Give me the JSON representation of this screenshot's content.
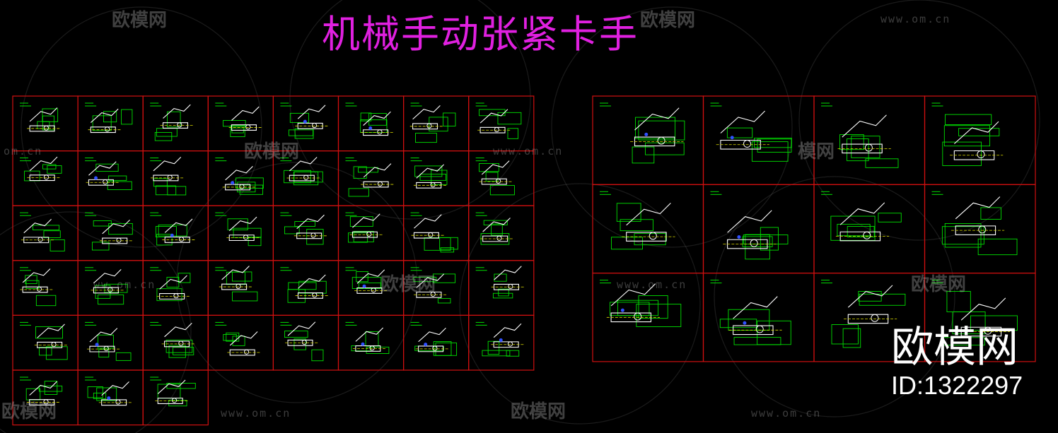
{
  "title": "机械手动张紧卡手",
  "watermark": {
    "brand": "欧模网",
    "url": "www.om.cn",
    "url_partial": "om.cn",
    "url_left_cut": "ww.om.cn",
    "brand_cut": "模网",
    "brand_cut_left": "欧模网"
  },
  "stamp": {
    "brand": "欧模网",
    "id": "ID:1322297"
  },
  "colors": {
    "background": "#000000",
    "title": "#e020e0",
    "grid": "#d01010",
    "drawing_line": "#ffffff",
    "dimension": "#00e000",
    "center_line": "#e0e000",
    "accent": "#3050ff"
  },
  "sheets": [
    {
      "name": "left-sheet",
      "rows": 6,
      "cols": 8,
      "filled_cells_last_row": 3
    },
    {
      "name": "right-sheet",
      "rows": 3,
      "cols": 4,
      "filled_cells_last_row": 4
    }
  ]
}
